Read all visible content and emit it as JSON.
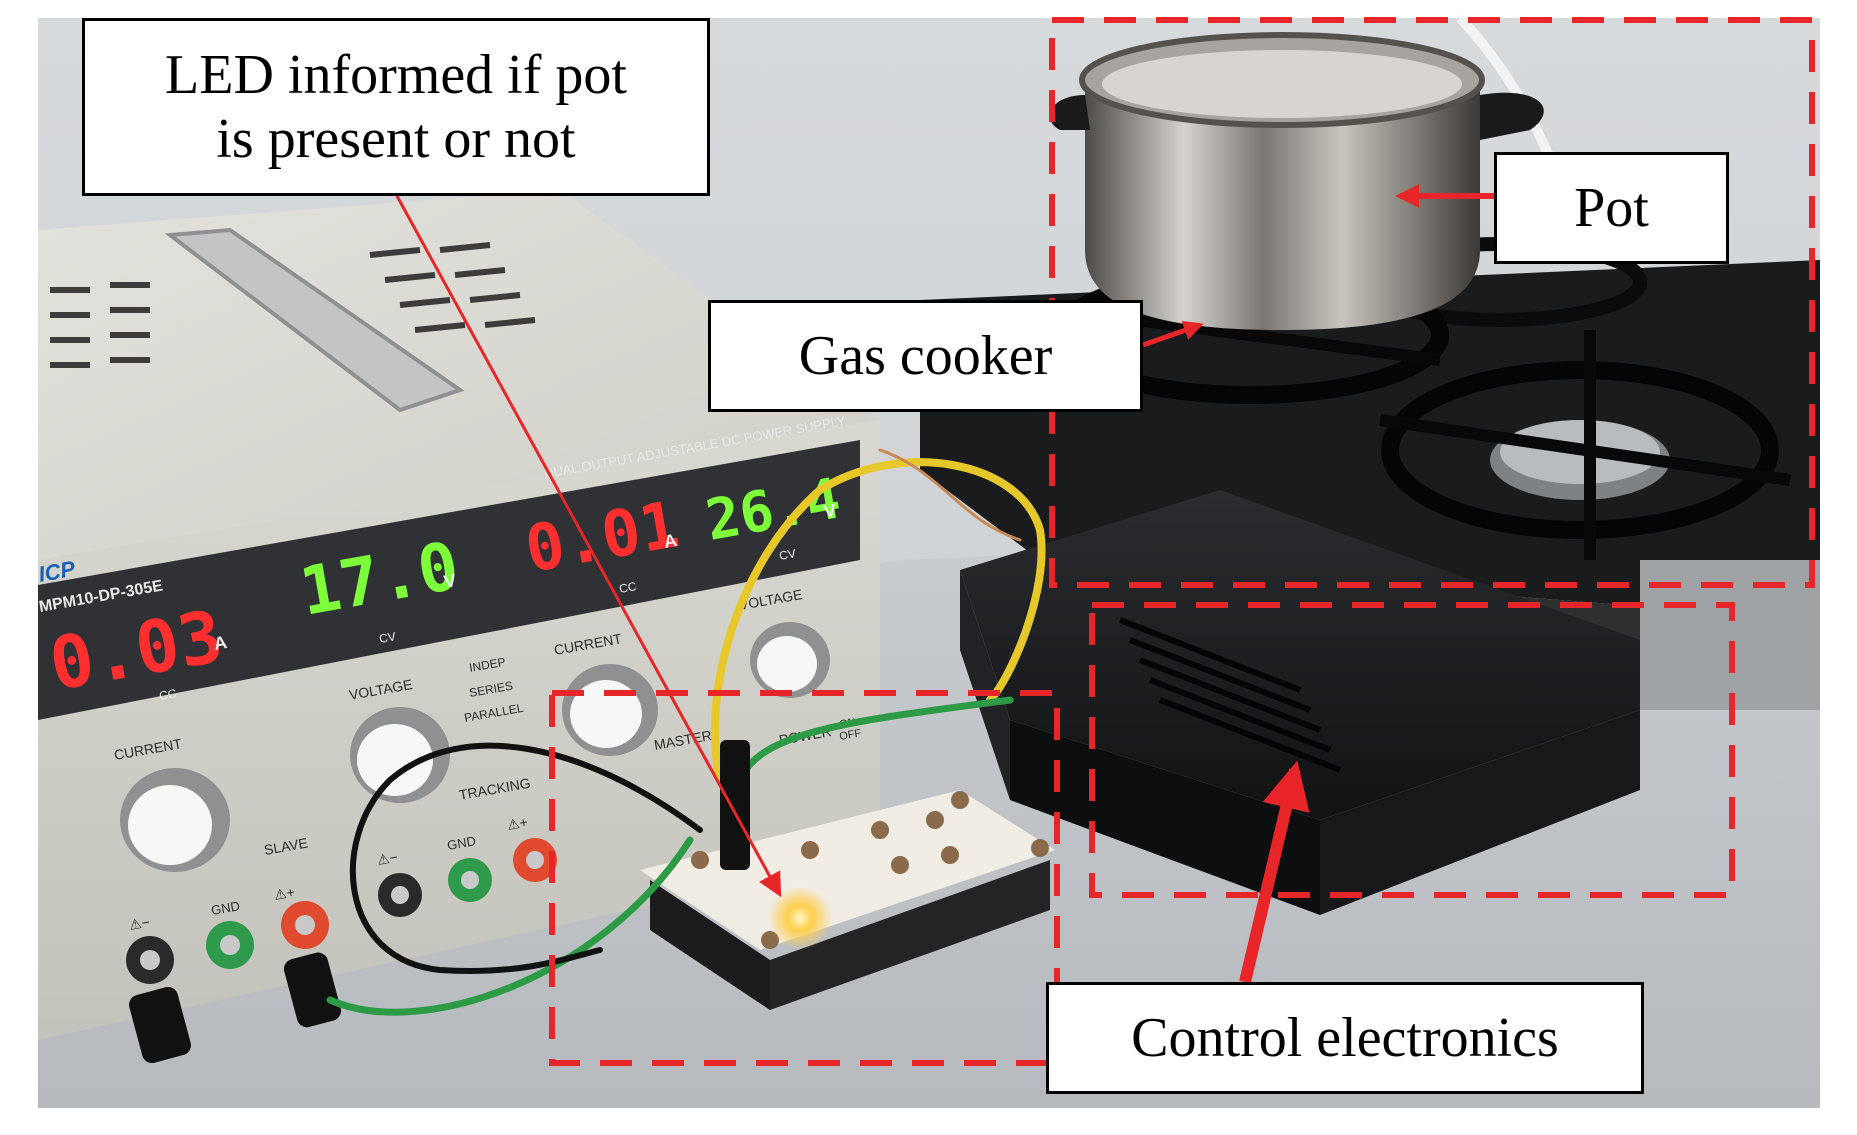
{
  "colors": {
    "annotation_red": "#e8262a",
    "callout_border": "#000000",
    "callout_fill": "#ffffff"
  },
  "annotations": {
    "led": {
      "text": "LED informed if pot\nis present or not"
    },
    "gas": {
      "text": "Gas cooker"
    },
    "pot": {
      "text": "Pot"
    },
    "control": {
      "text": "Control electronics"
    }
  },
  "displays": {
    "left_current": {
      "value": "0.03",
      "unit": "A",
      "mode": "CC"
    },
    "left_voltage": {
      "value": "17.0",
      "unit": "V",
      "mode": "CV"
    },
    "right_current": {
      "value": "0.01",
      "unit": "A",
      "mode": "CC"
    },
    "right_voltage": {
      "value": "26.4",
      "unit": "V",
      "mode": "CV"
    }
  },
  "panel_labels": {
    "title": "DUAL OUTPUT ADJUSTABLE DC POWER SUPPLY",
    "model": "MPM10-DP-305E",
    "brand": "ICP",
    "current": "CURRENT",
    "voltage": "VOLTAGE",
    "current_right": "CURRENT",
    "voltage_right": "VOLTAGE",
    "slave": "SLAVE",
    "master": "MASTER",
    "tracking": "TRACKING",
    "power": "POWER",
    "on": "ON",
    "off": "OFF",
    "indep": "INDEP",
    "series": "SERIES",
    "parallel": "PARALLEL",
    "gnd": "GND",
    "gnd_right": "GND",
    "minus": "⚠−",
    "plus": "⚠+",
    "minus_right": "⚠−",
    "plus_right": "⚠+"
  }
}
